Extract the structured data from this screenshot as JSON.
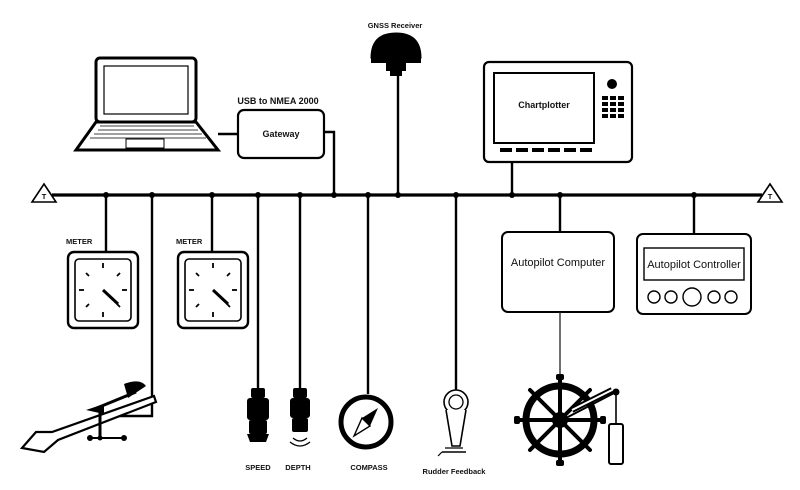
{
  "diagram": {
    "backbone": {
      "terminator_symbol": "T"
    },
    "nodes": {
      "gnss": {
        "label": "GNSS Receiver"
      },
      "gateway": {
        "title": "USB to NMEA 2000",
        "label": "Gateway"
      },
      "chartplotter": {
        "label": "Chartplotter"
      },
      "meter1": {
        "label": "METER"
      },
      "meter2": {
        "label": "METER"
      },
      "speed": {
        "label": "SPEED"
      },
      "depth": {
        "label": "DEPTH"
      },
      "compass": {
        "label": "COMPASS"
      },
      "rudder": {
        "label": "Rudder Feedback"
      },
      "autopilot_computer": {
        "label": "Autopilot Computer"
      },
      "autopilot_controller": {
        "label": "Autopilot Controller"
      }
    }
  }
}
